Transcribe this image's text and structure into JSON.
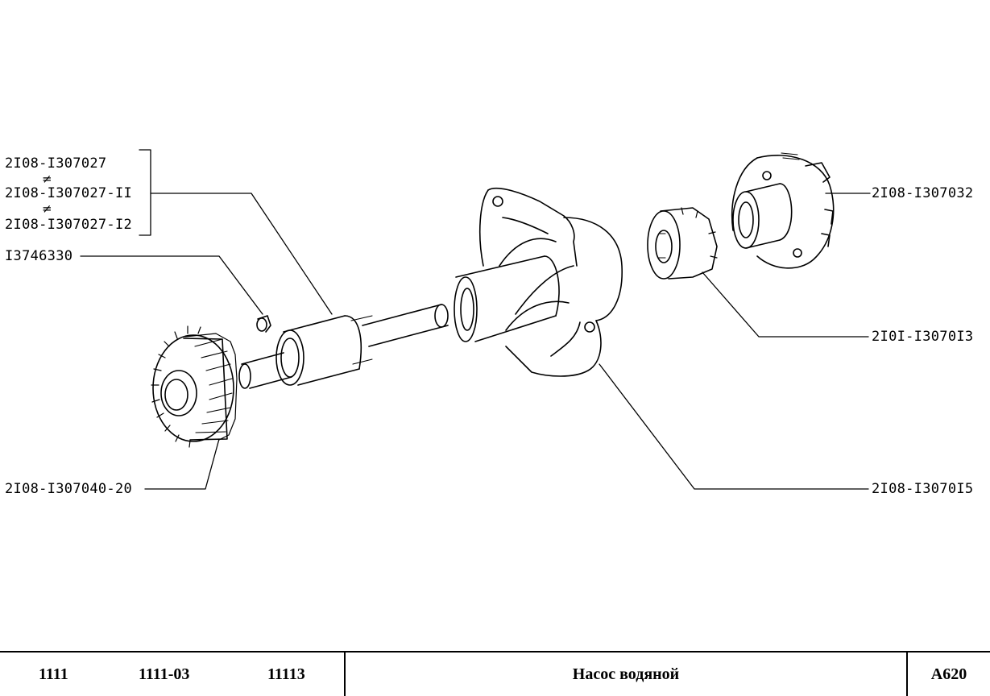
{
  "labels": {
    "pump_shaft_a": "2I08-I307027",
    "pump_shaft_b": "2I08-I307027-II",
    "pump_shaft_c": "2I08-I307027-I2",
    "set_screw": "I3746330",
    "gear": "2I08-I307040-20",
    "impeller": "2I08-I307032",
    "seal": "2I0I-I3070I3",
    "pump_housing": "2I08-I3070I5"
  },
  "not_equal_symbol": "≠",
  "footer": {
    "models": [
      "1111",
      "1111-03",
      "11113"
    ],
    "title": "Насос водяной",
    "code": "А620"
  }
}
